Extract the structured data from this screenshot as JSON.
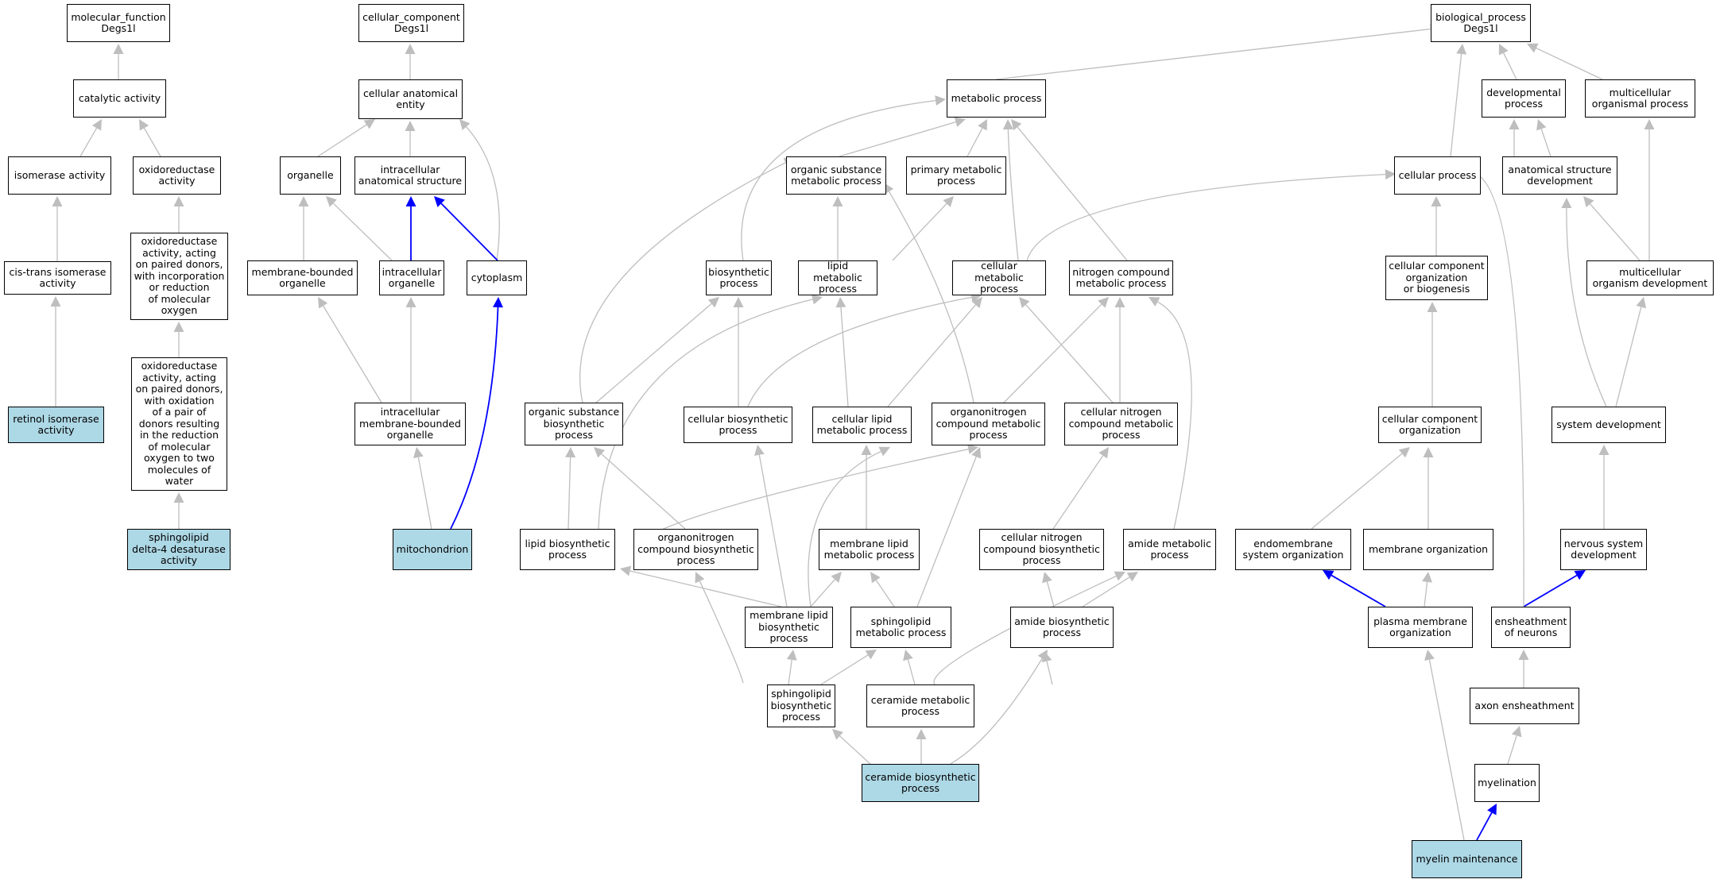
{
  "colors": {
    "edge_default": "#bebebe",
    "edge_highlight": "#0000ff",
    "node_highlight": "#add8e6",
    "node_border": "#000000"
  },
  "nodes": {
    "mf": "molecular_function\nDegs1l",
    "cat": "catalytic activity",
    "iso": "isomerase activity",
    "oxact": "oxidoreductase\nactivity",
    "cti": "cis-trans isomerase\nactivity",
    "oxpair": "oxidoreductase\nactivity, acting\non paired donors,\nwith incorporation\nor reduction\nof molecular\noxygen",
    "ox2": "oxidoreductase\nactivity, acting\non paired donors,\nwith oxidation\nof a pair of\ndonors resulting\nin the reduction\nof molecular\noxygen to two\nmolecules of\nwater",
    "ret": "retinol isomerase\nactivity",
    "sph4": "sphingolipid\ndelta-4 desaturase\nactivity",
    "cc": "cellular_component\nDegs1l",
    "cae": "cellular anatomical\nentity",
    "org": "organelle",
    "ias": "intracellular\nanatomical structure",
    "mbo": "membrane-bounded\norganelle",
    "io": "intracellular\norganelle",
    "cyto": "cytoplasm",
    "imbo": "intracellular\nmembrane-bounded\norganelle",
    "mito": "mitochondrion",
    "bp": "biological_process\nDegs1l",
    "mp": "metabolic process",
    "dev": "developmental\nprocess",
    "mop": "multicellular\norganismal process",
    "osmp": "organic substance\nmetabolic process",
    "pmp": "primary metabolic\nprocess",
    "cp": "cellular process",
    "asd": "anatomical structure\ndevelopment",
    "bio": "biosynthetic\nprocess",
    "lmp": "lipid metabolic\nprocess",
    "cmp": "cellular metabolic\nprocess",
    "ncmp": "nitrogen compound\nmetabolic process",
    "ccob": "cellular component\norganization\nor biogenesis",
    "mod": "multicellular\norganism development",
    "osbp": "organic substance\nbiosynthetic\nprocess",
    "cbp": "cellular biosynthetic\nprocess",
    "clmp": "cellular lipid\nmetabolic process",
    "oncmp": "organonitrogen\ncompound metabolic\nprocess",
    "cncmp": "cellular nitrogen\ncompound metabolic\nprocess",
    "cco": "cellular component\norganization",
    "sysdev": "system development",
    "lbp": "lipid biosynthetic\nprocess",
    "oncbp": "organonitrogen\ncompound biosynthetic\nprocess",
    "mlmp": "membrane lipid\nmetabolic process",
    "cncbp": "cellular nitrogen\ncompound biosynthetic\nprocess",
    "amp": "amide metabolic\nprocess",
    "eso": "endomembrane\nsystem organization",
    "mo": "membrane organization",
    "nsd": "nervous system\ndevelopment",
    "mlbp": "membrane lipid\nbiosynthetic\nprocess",
    "smp": "sphingolipid\nmetabolic process",
    "abp": "amide biosynthetic\nprocess",
    "pmo": "plasma membrane\norganization",
    "eon": "ensheathment\nof neurons",
    "sbp": "sphingolipid\nbiosynthetic\nprocess",
    "cermp": "ceramide metabolic\nprocess",
    "axon": "axon ensheathment",
    "cbp2": "ceramide biosynthetic\nprocess",
    "myel": "myelination",
    "mm": "myelin maintenance"
  }
}
